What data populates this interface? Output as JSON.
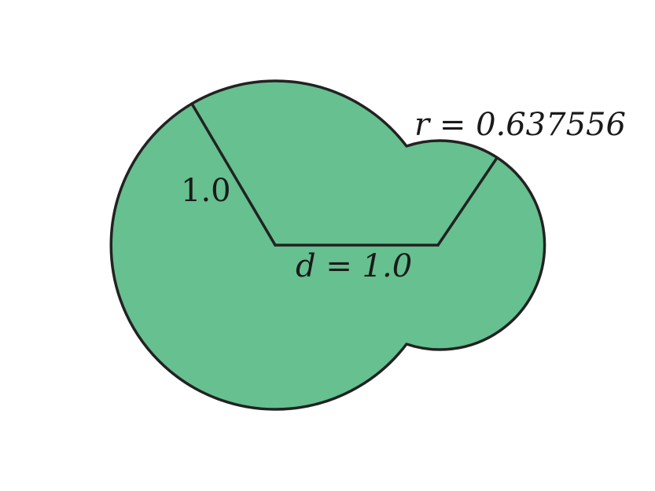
{
  "diagram": {
    "big_radius_label": "1.0",
    "distance_label": "d = 1.0",
    "small_radius_label": "r = 0.637556",
    "fill_color": "#66c08f",
    "stroke_color": "#222222"
  }
}
